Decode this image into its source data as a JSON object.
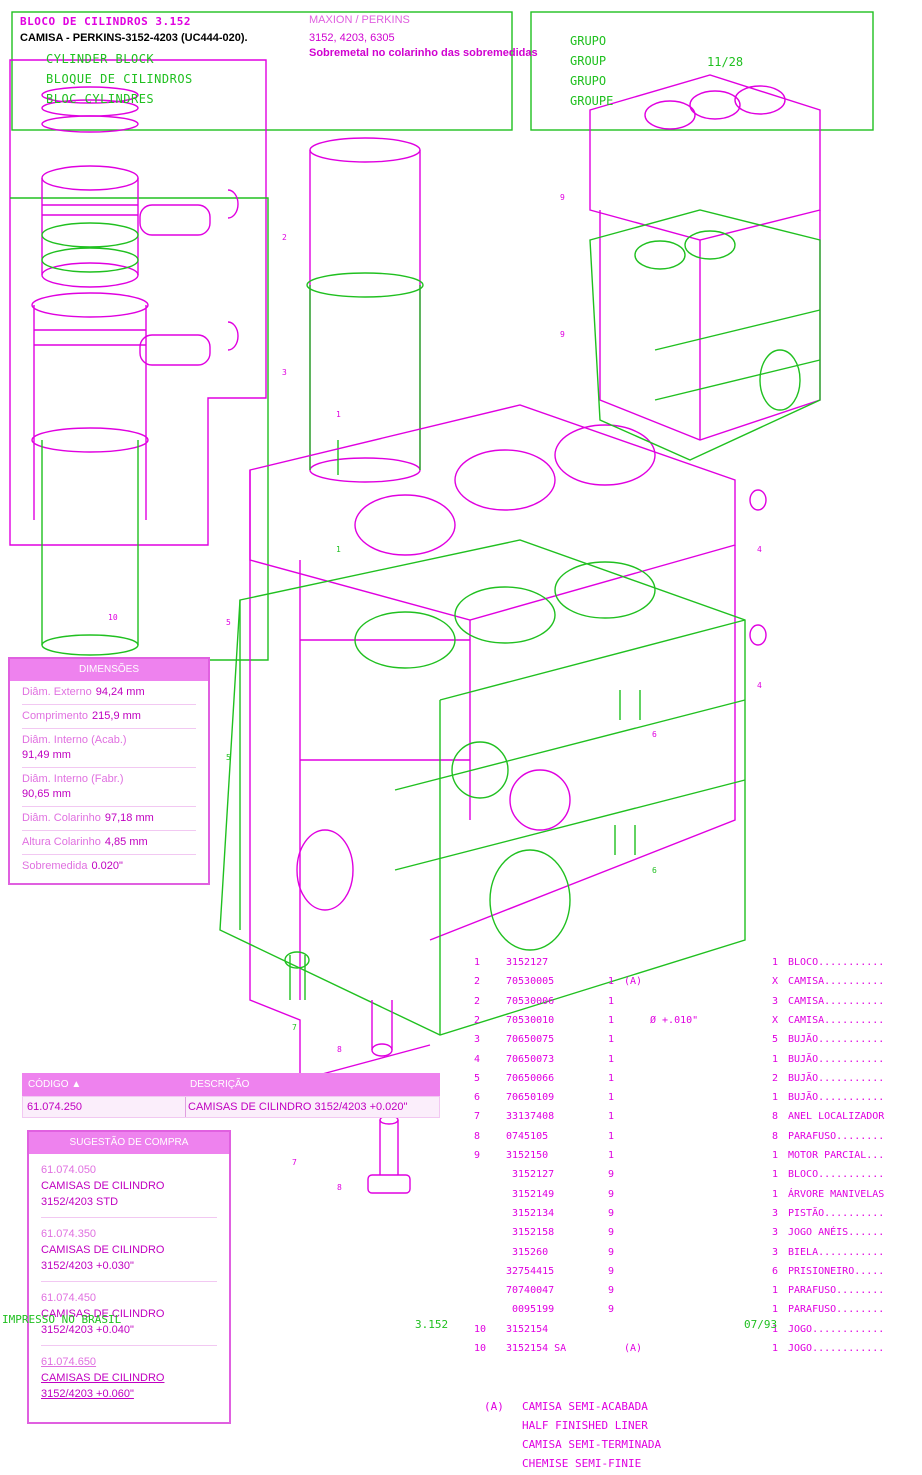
{
  "header": {
    "title": "BLOCO DE CILINDROS 3.152",
    "product": "CAMISA - PERKINS-3152-4203 (UC444-020).",
    "lines": [
      "CYLINDER BLOCK",
      "BLOQUE DE CILINDROS",
      "BLOC CYLINDRES"
    ],
    "brand": "MAXION / PERKINS",
    "models": "3152, 4203, 6305",
    "note": "Sobremetal no colarinho das sobremedidas",
    "group_labels": [
      "GRUPO",
      "GROUP",
      "GRUPO",
      "GROUPE"
    ],
    "page": "11/28"
  },
  "dimensions": {
    "title": "DIMENSÕES",
    "rows": [
      {
        "label": "Diâm. Externo",
        "value": "94,24 mm"
      },
      {
        "label": "Comprimento",
        "value": "215,9 mm"
      },
      {
        "label": "Diâm. Interno (Acab.)",
        "value": "91,49 mm"
      },
      {
        "label": "Diâm. Interno (Fabr.)",
        "value": "90,65 mm"
      },
      {
        "label": "Diâm. Colarinho",
        "value": "97,18 mm"
      },
      {
        "label": "Altura Colarinho",
        "value": "4,85 mm"
      },
      {
        "label": "Sobremedida",
        "value": "0.020\""
      }
    ]
  },
  "table": {
    "col_code": "CÓDIGO ▲",
    "col_desc": "DESCRIÇÃO",
    "rows": [
      {
        "code": "61.074.250",
        "desc": "CAMISAS  DE  CILINDRO  3152/4203  +0.020\""
      }
    ]
  },
  "suggestions": {
    "title": "SUGESTÃO DE COMPRA",
    "items": [
      {
        "code": "61.074.050",
        "desc1": "CAMISAS DE CILINDRO",
        "desc2": "3152/4203 STD"
      },
      {
        "code": "61.074.350",
        "desc1": "CAMISAS DE CILINDRO",
        "desc2": "3152/4203 +0.030\""
      },
      {
        "code": "61.074.450",
        "desc1": "CAMISAS DE CILINDRO",
        "desc2": "3152/4203 +0.040\""
      },
      {
        "code": "61.074.650",
        "desc1": "CAMISAS DE CILINDRO ",
        "desc2": "3152/4203 +0.060\""
      }
    ]
  },
  "parts": [
    {
      "item": "1",
      "code": "3152127",
      "ref": "",
      "qty": "",
      "note": "",
      "count": "1",
      "name": "BLOCO..........."
    },
    {
      "item": "2",
      "code": "70530005",
      "ref": "",
      "qty": "1",
      "note": "(A)",
      "count": "X",
      "name": "CAMISA.........."
    },
    {
      "item": "2",
      "code": "70530006",
      "ref": "",
      "qty": "1",
      "note": "",
      "count": "3",
      "name": "CAMISA.........."
    },
    {
      "item": "2",
      "code": "70530010",
      "ref": "",
      "qty": "1",
      "note": "Ø +.010\"",
      "count": "X",
      "name": "CAMISA.........."
    },
    {
      "item": "3",
      "code": "70650075",
      "ref": "",
      "qty": "1",
      "note": "",
      "count": "5",
      "name": "BUJÃO..........."
    },
    {
      "item": "4",
      "code": "70650073",
      "ref": "",
      "qty": "1",
      "note": "",
      "count": "1",
      "name": "BUJÃO..........."
    },
    {
      "item": "5",
      "code": "70650066",
      "ref": "",
      "qty": "1",
      "note": "",
      "count": "2",
      "name": "BUJÃO..........."
    },
    {
      "item": "6",
      "code": "70650109",
      "ref": "",
      "qty": "1",
      "note": "",
      "count": "1",
      "name": "BUJÃO..........."
    },
    {
      "item": "7",
      "code": "33137408",
      "ref": "",
      "qty": "1",
      "note": "",
      "count": "8",
      "name": "ANEL LOCALIZADOR"
    },
    {
      "item": "8",
      "code": "0745105",
      "ref": "",
      "qty": "1",
      "note": "",
      "count": "8",
      "name": "PARAFUSO........"
    },
    {
      "item": "9",
      "code": "3152150",
      "ref": "",
      "qty": "1",
      "note": "",
      "count": "1",
      "name": "MOTOR PARCIAL..."
    },
    {
      "item": "",
      "code": "3152127",
      "ref": "9",
      "qty": "",
      "note": "",
      "count": "1",
      "name": "BLOCO..........."
    },
    {
      "item": "",
      "code": "3152149",
      "ref": "9",
      "qty": "",
      "note": "",
      "count": "1",
      "name": "ÁRVORE MANIVELAS"
    },
    {
      "item": "",
      "code": "3152134",
      "ref": "9",
      "qty": "",
      "note": "",
      "count": "3",
      "name": "PISTÃO.........."
    },
    {
      "item": "",
      "code": "3152158",
      "ref": "9",
      "qty": "",
      "note": "",
      "count": "3",
      "name": "JOGO ANÉIS......"
    },
    {
      "item": "",
      "code": "315260",
      "ref": "9",
      "qty": "",
      "note": "",
      "count": "3",
      "name": "BIELA..........."
    },
    {
      "item": "",
      "code": "32754415",
      "ref": "9",
      "qty": "",
      "note": "",
      "count": "6",
      "name": "PRISIONEIRO....."
    },
    {
      "item": "",
      "code": "70740047",
      "ref": "9",
      "qty": "",
      "note": "",
      "count": "1",
      "name": "PARAFUSO........"
    },
    {
      "item": "",
      "code": "0095199",
      "ref": "9",
      "qty": "",
      "note": "",
      "count": "1",
      "name": "PARAFUSO........"
    },
    {
      "item": "10",
      "code": "3152154",
      "ref": "",
      "qty": "",
      "note": "",
      "count": "1",
      "name": "JOGO............"
    },
    {
      "item": "10",
      "code": "3152154 SA",
      "ref": "",
      "qty": "",
      "note": "(A)",
      "count": "1",
      "name": "JOGO............"
    }
  ],
  "footer": {
    "printed": "IMPRESSO NO BRASIL",
    "model": "3.152",
    "date": "07/93"
  },
  "legend": {
    "marker": "(A)",
    "lines": [
      "CAMISA SEMI-ACABADA",
      "HALF FINISHED LINER",
      "CAMISA SEMI-TERMINADA",
      "CHEMISE SEMI-FINIE"
    ]
  },
  "callouts": [
    "1",
    "2",
    "3",
    "4",
    "5",
    "6",
    "7",
    "8",
    "9",
    "10"
  ],
  "colors": {
    "accent": "#ee82ee",
    "magenta": "#e000e0",
    "green": "#20c020"
  }
}
